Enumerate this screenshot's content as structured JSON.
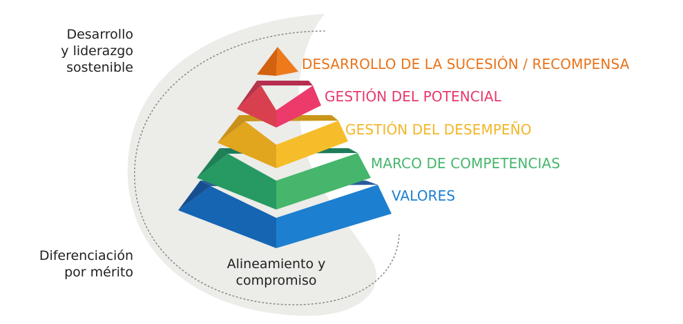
{
  "side_labels": {
    "top": [
      "Desarrollo",
      "y liderazgo",
      "sostenible"
    ],
    "bottom": [
      "Diferenciación",
      "por mérito"
    ]
  },
  "base_label": [
    "Alineamiento y",
    "compromiso"
  ],
  "tiers": [
    {
      "label": "DESARROLLO DE LA SUCESIÓN / RECOMPENSA",
      "color": "#e8731a",
      "shade": "#c85a0e"
    },
    {
      "label": "GESTIÓN DEL POTENCIAL",
      "color": "#e8386a",
      "shade": "#c9304f"
    },
    {
      "label": "GESTIÓN DEL DESEMPEÑO",
      "color": "#f2b626",
      "shade": "#d99c18"
    },
    {
      "label": "MARCO DE COMPETENCIAS",
      "color": "#45b66b",
      "shade": "#279a63"
    },
    {
      "label": "VALORES",
      "color": "#1d7fd0",
      "shade": "#1565b2"
    }
  ],
  "colors": {
    "arc_fill": "#ecece9",
    "dotted_arc": "#8a8a8a",
    "text": "#1f1f1f"
  }
}
